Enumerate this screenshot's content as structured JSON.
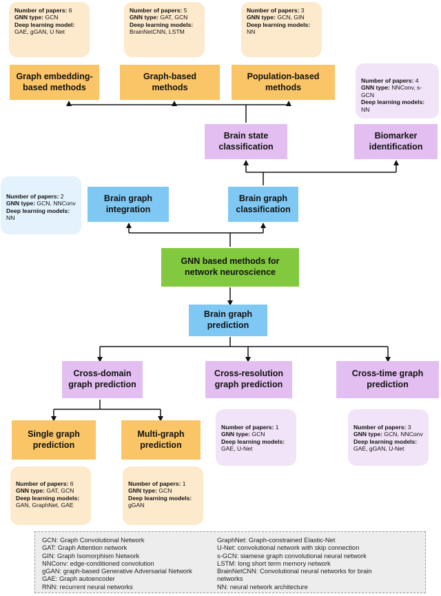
{
  "nodes": {
    "graph_embedding": "Graph embedding-\nbased methods",
    "graph_based": "Graph-based\nmethods",
    "population_based": "Population-based\nmethods",
    "brain_state": "Brain state\nclassification",
    "biomarker": "Biomarker\nidentification",
    "brain_graph_integration": "Brain graph\nintegration",
    "brain_graph_classification": "Brain graph\nclassification",
    "root": "GNN based methods for\nnetwork neuroscience",
    "brain_graph_prediction": "Brain graph\nprediction",
    "cross_domain": "Cross-domain\ngraph prediction",
    "cross_resolution": "Cross-resolution\ngraph prediction",
    "cross_time": "Cross-time graph\nprediction",
    "single_graph": "Single graph\nprediction",
    "multi_graph": "Multi-graph\nprediction"
  },
  "labels": {
    "papers": "Number of papers: ",
    "gnn": "GNN type: ",
    "dl": "Deep learning model: ",
    "dls": "Deep learning models: "
  },
  "info": {
    "graph_embedding": {
      "papers": "6",
      "gnn": "GCN",
      "dl": "GAE, gGAN, U Net"
    },
    "graph_based": {
      "papers": "5",
      "gnn": "GAT, GCN",
      "dl": "BrainNetCNN, LSTM"
    },
    "population_based": {
      "papers": "3",
      "gnn": "GCN, GIN",
      "dl": "NN"
    },
    "biomarker": {
      "papers": "4",
      "gnn": "NNConv, s-GCN",
      "dl": "NN"
    },
    "integration": {
      "papers": "2",
      "gnn": "GCN, NNConv",
      "dl": "NN"
    },
    "cross_resolution": {
      "papers": "1",
      "gnn": "GCN",
      "dl": "GAE, U-Net"
    },
    "cross_time": {
      "papers": "3",
      "gnn": "GCN, NNConv",
      "dl": "GAE, gGAN, U-Net"
    },
    "single_graph": {
      "papers": "6",
      "gnn": "GAT, GCN",
      "dl": "GAN, GraphNet, GAE"
    },
    "multi_graph": {
      "papers": "1",
      "gnn": "GCN",
      "dl": "gGAN"
    }
  },
  "legend": {
    "left": [
      "GCN: Graph Convolutional  Network",
      "GAT: Graph Attention network",
      "GIN: Graph Isomorphism Network",
      "NNConv: edge-conditioned convolution",
      "gGAN: graph-based Generative Adversarial Network",
      "GAE: Graph autoencoder",
      "RNN: recurrent neural networks"
    ],
    "right": [
      "GraphNet: Graph-constrained Elastic-Net",
      "U-Net: convolutional network with skip connection",
      "s-GCN: siamese graph convolutional neural network",
      "LSTM: long short term memory network",
      "BrainNetCNN: Convolutional neural networks for brain",
      "networks",
      "NN: neural network architecture"
    ]
  },
  "colors": {
    "orange": "#f9c566",
    "purple": "#e2bff0",
    "blue": "#7fc8f4",
    "green": "#83c940"
  }
}
